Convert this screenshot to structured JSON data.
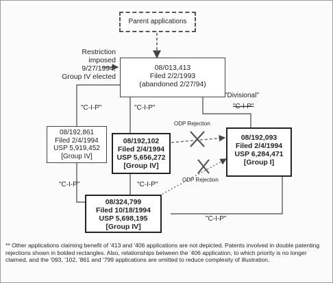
{
  "parent": {
    "label": "Parent applications"
  },
  "restriction_note": [
    "Restriction",
    "imposed",
    "9/27/1994,",
    "Group IV elected"
  ],
  "root": {
    "lines": [
      "08/013,413",
      "Filed 2/2/1993",
      "(abandoned 2/27/94)"
    ]
  },
  "left_box": {
    "lines": [
      "08/192,861",
      "Filed 2/4/1994",
      "USP 5,919,452",
      "[Group IV]"
    ]
  },
  "mid_box": {
    "lines": [
      "08/192,102",
      "Filed 2/4/1994",
      "USP 5,656,272",
      "[Group IV]"
    ]
  },
  "right_box": {
    "lines": [
      "08/192,093",
      "Filed 2/4/1994",
      "USP 6,284,471",
      "[Group I]"
    ]
  },
  "bottom_box": {
    "lines": [
      "08/324,799",
      "Filed 10/18/1994",
      "USP 5,698,195",
      "[Group IV]"
    ]
  },
  "labels": {
    "cip_left": "\"C-I-P\"",
    "cip_mid": "\"C-I-P\"",
    "divisional": "\"Divisional\"",
    "cip_right": "\"C-I-P\"",
    "odp_top": "ODP Rejection",
    "odp_bottom": "ODP Rejection",
    "cip_bottom_left": "\"C-I-P\"",
    "cip_bottom_mid": "\"C-I-P\"",
    "cip_bottom_long": "\"C-I-P\""
  },
  "footnote": "** Other applications claiming benefit of '413 and '406 applications are not depicted.  Patents involved in double patenting rejections shown in bolded rectangles.  Also, relationships between the '406 application, to which priority is no longer claimed, and the '093, '102, '861 and '799 applications are omitted to reduce complexity of illustration."
}
